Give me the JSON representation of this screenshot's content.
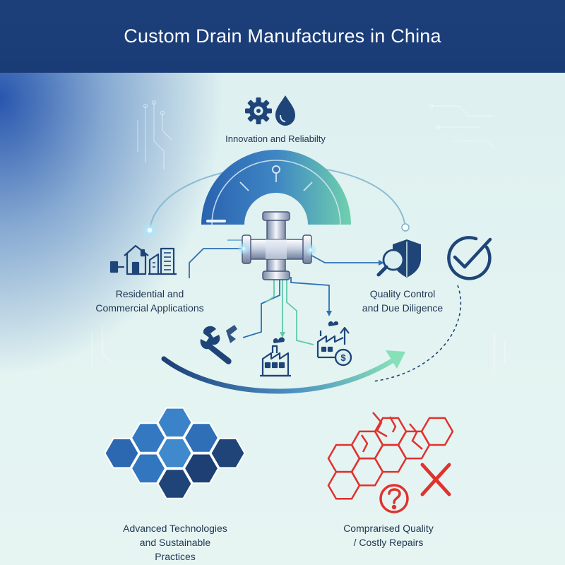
{
  "title": "Custom Drain Manufactures in China",
  "labels": {
    "top": "Innovation and Reliabilty",
    "left_line1": "Residential and",
    "left_line2": "Commercial Applications",
    "right_line1": "Quality Control",
    "right_line2": "and Due Diligence",
    "bottom_left_line1": "Advanced Technologies",
    "bottom_left_line2": "and Sustainable",
    "bottom_left_line3": "Practices",
    "bottom_right_line1": "Comprarised Quality",
    "bottom_right_line2": "/ Costly Repairs"
  },
  "icons": {
    "top": "gear-water-drop-icon",
    "center": "pipe-cross-fitting-icon",
    "left": "house-building-icon",
    "right": "shield-magnifier-icon",
    "check": "checkmark-circle-icon",
    "wrench": "wrench-icon",
    "factory": "factory-icon",
    "factory_money": "factory-dollar-icon",
    "hex_good": "hexagon-cluster-icon",
    "hex_bad": "cracked-hexagon-icon",
    "question": "question-circle-icon",
    "cross": "x-mark-icon"
  },
  "colors": {
    "header": "#1c3f7a",
    "dark_blue": "#1f4478",
    "mid_blue": "#2d6fb5",
    "teal": "#5fc9a9",
    "red": "#e0322f",
    "text": "#1f3553"
  }
}
